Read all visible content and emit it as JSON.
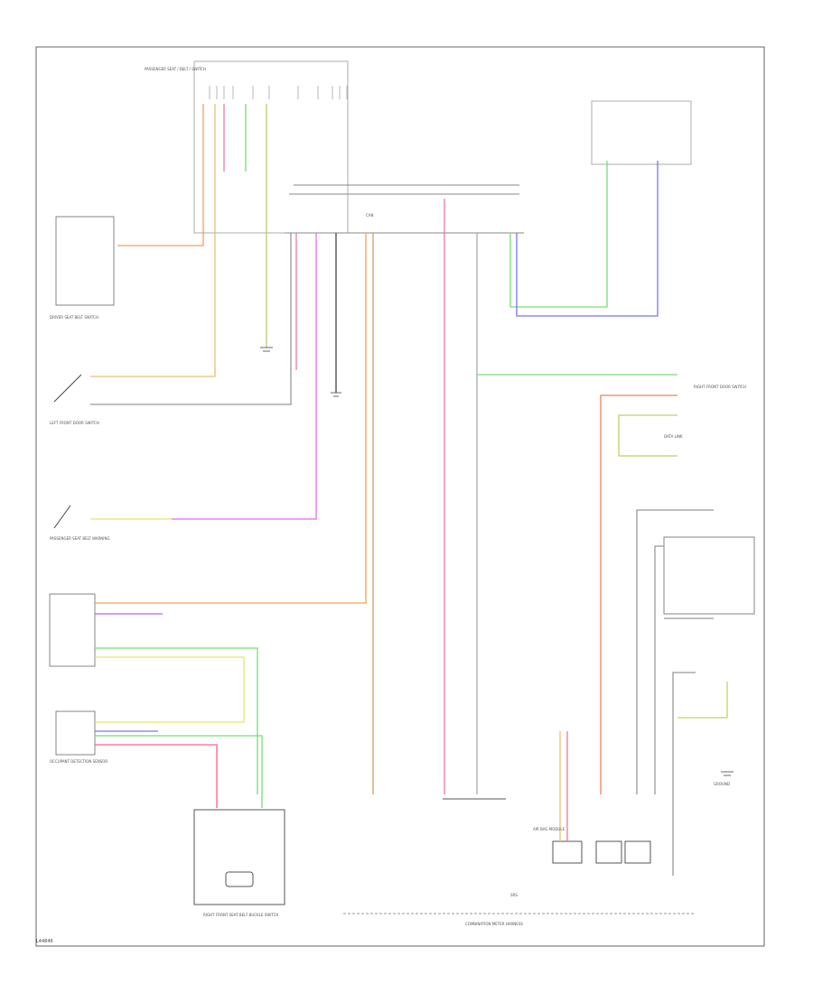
{
  "page": {
    "id": "L44846"
  },
  "labels": {
    "top_connector": "PASSENGER SEAT / BELT / SWITCH",
    "label_a": "DRIVER SEAT BELT SWITCH",
    "label_b": "LEFT FRONT DOOR SWITCH",
    "label_c": "RIGHT FRONT DOOR SWITCH",
    "label_d": "PASSENGER SEAT BELT WARNING",
    "label_e": "OCCUPANT DETECTION SENSOR",
    "label_f": "RIGHT FRONT SEAT BELT BUCKLE SWITCH",
    "label_g": "COMBINATION METER HARNESS",
    "label_h": "SRS",
    "label_i": "AIR BAG MODULE",
    "label_j": "GROUND",
    "label_k": "DATA LINK",
    "label_l": "CAN"
  },
  "wire_colors": {
    "orange": "#f5a05a",
    "pink": "#f07a9a",
    "magenta": "#ee66ee",
    "green": "#77dd77",
    "blue": "#7777ee",
    "yellow": "#e8e860",
    "lime": "#bbe070",
    "red": "#ff6080",
    "black": "#222222"
  }
}
